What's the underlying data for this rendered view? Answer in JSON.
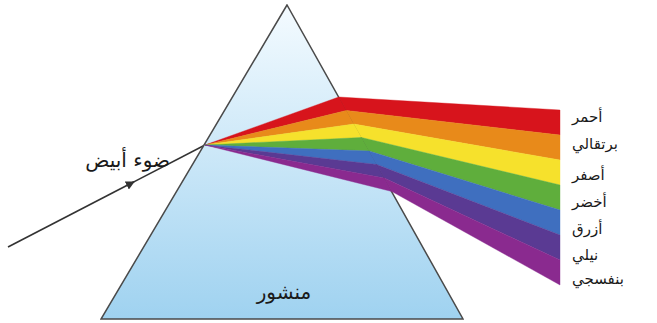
{
  "diagram": {
    "nodes": [
      {
        "text": [
          "منشور"
        ]
      }
    ],
    "labels": [
      "ضوء أبيض",
      "أحمر",
      "برتقالي",
      "أصفر",
      "أخضر",
      "أزرق",
      "نيلي",
      "بنفسجي"
    ]
  }
}
